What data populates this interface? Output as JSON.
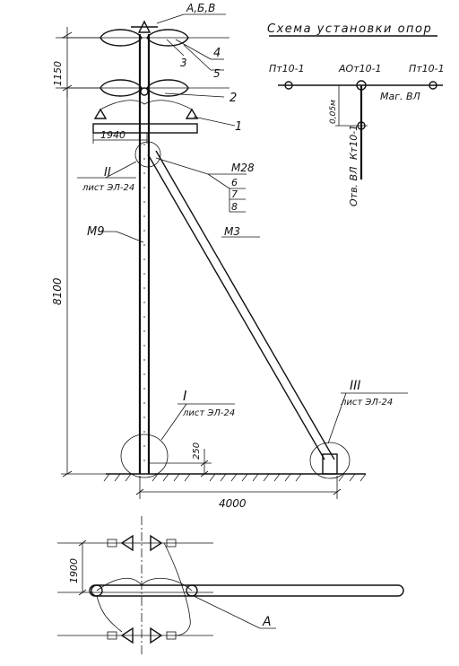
{
  "diagram": {
    "top_label": "А,Б,В",
    "callouts": [
      "1",
      "2",
      "3",
      "4",
      "5",
      "6",
      "7",
      "8"
    ],
    "dim_top": "1150",
    "dim_cross": "1940",
    "dim_height": "8100",
    "dim_base": "4000",
    "dim_foot": "250",
    "dim_plan": "1900",
    "mark_m28": "М28",
    "mark_m9": "М9",
    "mark_m3": "М3",
    "detail_ii": "II",
    "detail_ii_ref": "лист ЭЛ-24",
    "detail_i": "I",
    "detail_i_ref": "лист ЭЛ-24",
    "detail_iii": "III",
    "detail_iii_ref": "лист ЭЛ-24",
    "plan_mark": "А"
  },
  "scheme": {
    "title": "Схема установки опор",
    "pole_left": "Пт10-1",
    "pole_mid": "АОт10-1",
    "pole_right": "Пт10-1",
    "main_line": "Маг. ВЛ",
    "branch_line": "Отв. ВЛ",
    "branch_pole": "Кт10-1",
    "offset": "0,05м"
  }
}
